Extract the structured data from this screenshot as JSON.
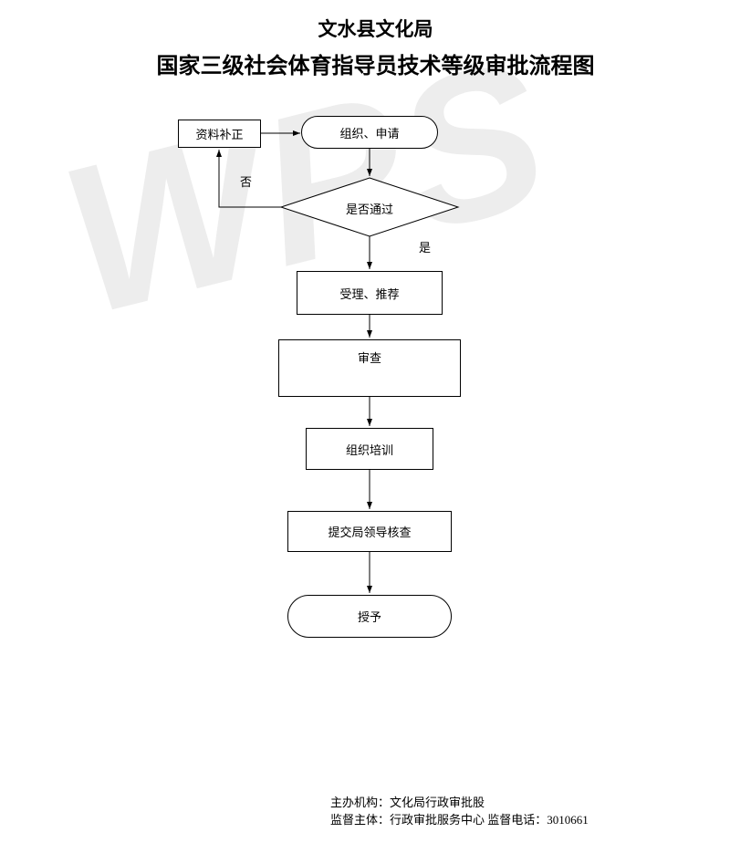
{
  "titles": {
    "line1": "文水县文化局",
    "line2": "国家三级社会体育指导员技术等级审批流程图"
  },
  "watermark": "WPS",
  "nodes": {
    "supplement": "资料补正",
    "apply": "组织、申请",
    "decision": "是否通过",
    "accept": "受理、推荐",
    "review": "审查",
    "training": "组织培训",
    "submit": "提交局领导核查",
    "grant": "授予"
  },
  "labels": {
    "no": "否",
    "yes": "是"
  },
  "footer": {
    "line1": "主办机构：文化局行政审批股",
    "line2": "监督主体：行政审批服务中心 监督电话：3010661"
  }
}
